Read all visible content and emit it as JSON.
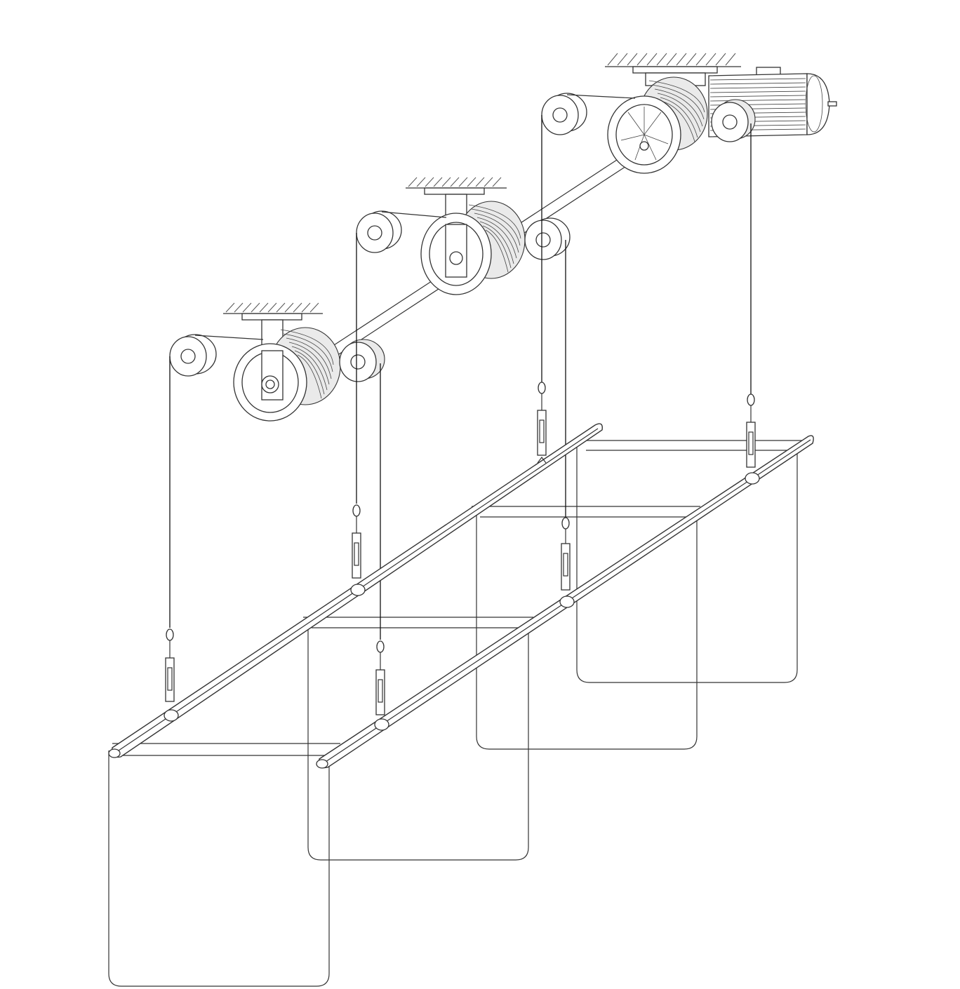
{
  "diagram": {
    "type": "mechanical-illustration",
    "components": {
      "motor": "electric-motor",
      "winch_drums": 3,
      "pulleys": 6,
      "suspension_cables": 6,
      "turnbuckles": 6,
      "pipe_bars": 2,
      "curtain_panels": 4
    },
    "colors": {
      "line": "#333333",
      "fill": "#ffffff",
      "shade": "#eaeaea"
    }
  }
}
